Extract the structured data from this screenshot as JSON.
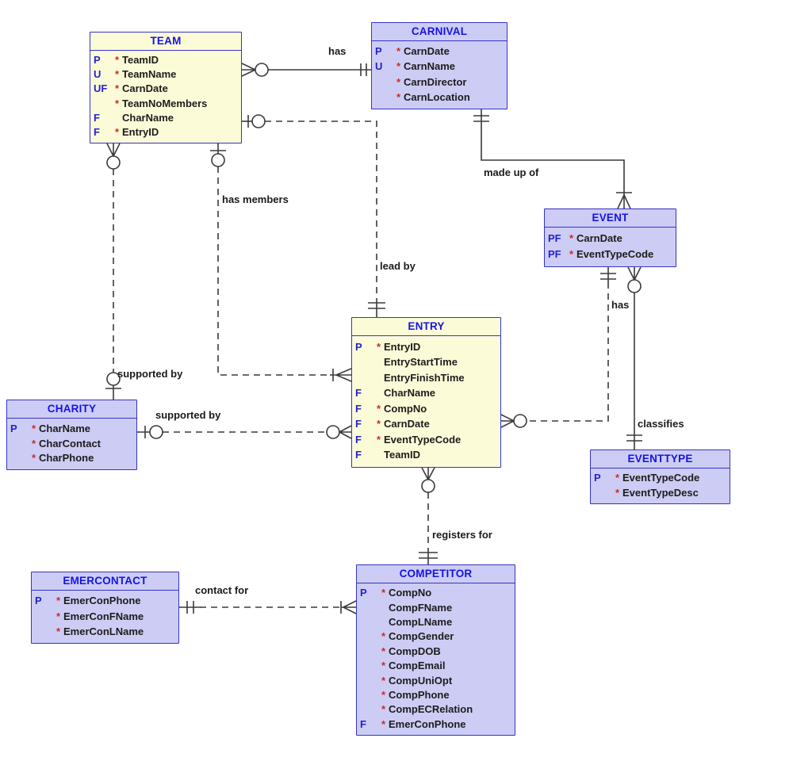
{
  "colors": {
    "entity_border": "#3434c8",
    "header_text": "#1414e6",
    "key_color": "#2323cc",
    "star_color": "#cc2a2a",
    "line_color": "#3a3a3a",
    "label_color": "#1a1a1a",
    "yellow_entity_fill": "#fcfbd8",
    "purple_entity_fill": "#cdccf4"
  },
  "entities": [
    {
      "id": "team",
      "name": "TEAM",
      "fill": "#fcfbd8",
      "attrs": [
        {
          "key": "P",
          "star": "*",
          "name": "TeamID"
        },
        {
          "key": "U",
          "star": "*",
          "name": "TeamName"
        },
        {
          "key": "UF",
          "star": "*",
          "name": "CarnDate"
        },
        {
          "key": "",
          "star": "*",
          "name": "TeamNoMembers"
        },
        {
          "key": "F",
          "star": "",
          "name": "CharName"
        },
        {
          "key": "F",
          "star": "*",
          "name": "EntryID"
        }
      ]
    },
    {
      "id": "carnival",
      "name": "CARNIVAL",
      "fill": "#cdccf4",
      "attrs": [
        {
          "key": "P",
          "star": "*",
          "name": "CarnDate"
        },
        {
          "key": "U",
          "star": "*",
          "name": "CarnName"
        },
        {
          "key": "",
          "star": "*",
          "name": "CarnDirector"
        },
        {
          "key": "",
          "star": "*",
          "name": "CarnLocation"
        }
      ]
    },
    {
      "id": "event",
      "name": "EVENT",
      "fill": "#cdccf4",
      "attrs": [
        {
          "key": "PF",
          "star": "*",
          "name": "CarnDate"
        },
        {
          "key": "PF",
          "star": "*",
          "name": "EventTypeCode"
        }
      ]
    },
    {
      "id": "charity",
      "name": "CHARITY",
      "fill": "#cdccf4",
      "attrs": [
        {
          "key": "P",
          "star": "*",
          "name": "CharName"
        },
        {
          "key": "",
          "star": "*",
          "name": "CharContact"
        },
        {
          "key": "",
          "star": "*",
          "name": "CharPhone"
        }
      ]
    },
    {
      "id": "entry",
      "name": "ENTRY",
      "fill": "#fcfbd8",
      "attrs": [
        {
          "key": "P",
          "star": "*",
          "name": "EntryID"
        },
        {
          "key": "",
          "star": "",
          "name": "EntryStartTime"
        },
        {
          "key": "",
          "star": "",
          "name": "EntryFinishTime"
        },
        {
          "key": "F",
          "star": "",
          "name": "CharName"
        },
        {
          "key": "F",
          "star": "*",
          "name": "CompNo"
        },
        {
          "key": "F",
          "star": "*",
          "name": "CarnDate"
        },
        {
          "key": "F",
          "star": "*",
          "name": "EventTypeCode"
        },
        {
          "key": "F",
          "star": "",
          "name": "TeamID"
        }
      ]
    },
    {
      "id": "eventtype",
      "name": "EVENTTYPE",
      "fill": "#cdccf4",
      "attrs": [
        {
          "key": "P",
          "star": "*",
          "name": "EventTypeCode"
        },
        {
          "key": "",
          "star": "*",
          "name": "EventTypeDesc"
        }
      ]
    },
    {
      "id": "emercontact",
      "name": "EMERCONTACT",
      "fill": "#cdccf4",
      "attrs": [
        {
          "key": "P",
          "star": "*",
          "name": "EmerConPhone"
        },
        {
          "key": "",
          "star": "*",
          "name": "EmerConFName"
        },
        {
          "key": "",
          "star": "*",
          "name": "EmerConLName"
        }
      ]
    },
    {
      "id": "competitor",
      "name": "COMPETITOR",
      "fill": "#cdccf4",
      "attrs": [
        {
          "key": "P",
          "star": "*",
          "name": "CompNo"
        },
        {
          "key": "",
          "star": "",
          "name": "CompFName"
        },
        {
          "key": "",
          "star": "",
          "name": "CompLName"
        },
        {
          "key": "",
          "star": "*",
          "name": "CompGender"
        },
        {
          "key": "",
          "star": "*",
          "name": "CompDOB"
        },
        {
          "key": "",
          "star": "*",
          "name": "CompEmail"
        },
        {
          "key": "",
          "star": "*",
          "name": "CompUniOpt"
        },
        {
          "key": "",
          "star": "*",
          "name": "CompPhone"
        },
        {
          "key": "",
          "star": "*",
          "name": "CompECRelation"
        },
        {
          "key": "F",
          "star": "*",
          "name": "EmerConPhone"
        }
      ]
    }
  ],
  "labels": {
    "has_team_carnival": "has",
    "lead_by": "lead by",
    "supported_by_team": "supported by",
    "has_members": "has members",
    "supported_by_charity": "supported by",
    "made_up_of": "made up of",
    "has_event_entry": "has",
    "classifies": "classifies",
    "registers_for": "registers for",
    "contact_for": "contact for"
  }
}
